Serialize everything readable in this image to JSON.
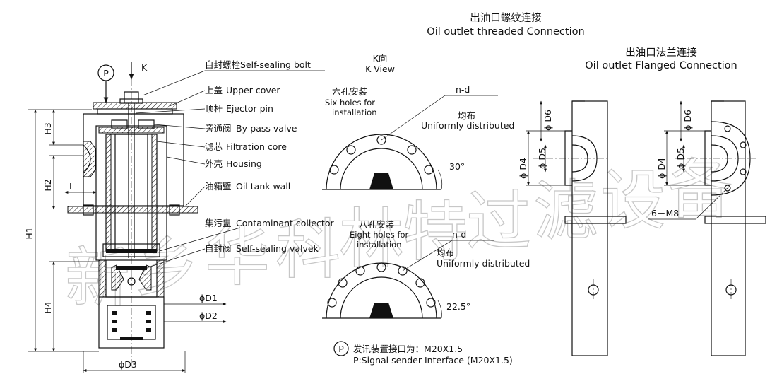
{
  "titles": {
    "threaded_cn": "出油口螺纹连接",
    "threaded_en": "Oil outlet threaded Connection",
    "flanged_cn": "出油口法兰连接",
    "flanged_en": "Oil outlet Flanged Connection"
  },
  "view": {
    "arrow_label": "K",
    "k_cn": "K向",
    "k_en": "K View"
  },
  "callouts": [
    {
      "cn": "自封螺栓",
      "en": "Self-sealing bolt"
    },
    {
      "cn": "上盖",
      "en": "Upper cover"
    },
    {
      "cn": "顶杆",
      "en": "Ejector pin"
    },
    {
      "cn": "旁通阀",
      "en": "By-pass valve"
    },
    {
      "cn": "滤芯",
      "en": "Filtration core"
    },
    {
      "cn": "外壳",
      "en": "Housing"
    },
    {
      "cn": "油箱壁",
      "en": "Oil tank wall"
    },
    {
      "cn": "集污盅",
      "en": "Contaminant collector"
    },
    {
      "cn": "自封阀",
      "en": "Self-sealing valvek"
    }
  ],
  "dims": {
    "h1": "H1",
    "h2": "H2",
    "h3": "H3",
    "h4": "H4",
    "l": "L",
    "d1": "ϕD1",
    "d2": "ϕD2",
    "d3": "ϕD3",
    "d4": "ϕ D4",
    "d5": "ϕ D5",
    "d6": "ϕ D6",
    "m8": "6－M8"
  },
  "six_holes": {
    "cn": "六孔安装",
    "en1": "Six holes for",
    "en2": "installation",
    "nd": "n-d",
    "uni_cn": "均布",
    "uni_en": "Uniformly distributed",
    "angle": "30°"
  },
  "eight_holes": {
    "cn": "八孔安装",
    "en1": "Eight holes for",
    "en2": "installation",
    "nd": "n-d",
    "uni_cn": "均布",
    "uni_en": "Uniformly distributed",
    "angle": "22.5°"
  },
  "signal": {
    "symbol": "P",
    "cn": "发讯装置接口为：M20X1.5",
    "en": "P:Signal sender Interface (M20X1.5)"
  },
  "watermark": [
    "新",
    "乡",
    "华",
    "科",
    "林",
    "特",
    "过",
    "滤",
    "设",
    "备"
  ]
}
